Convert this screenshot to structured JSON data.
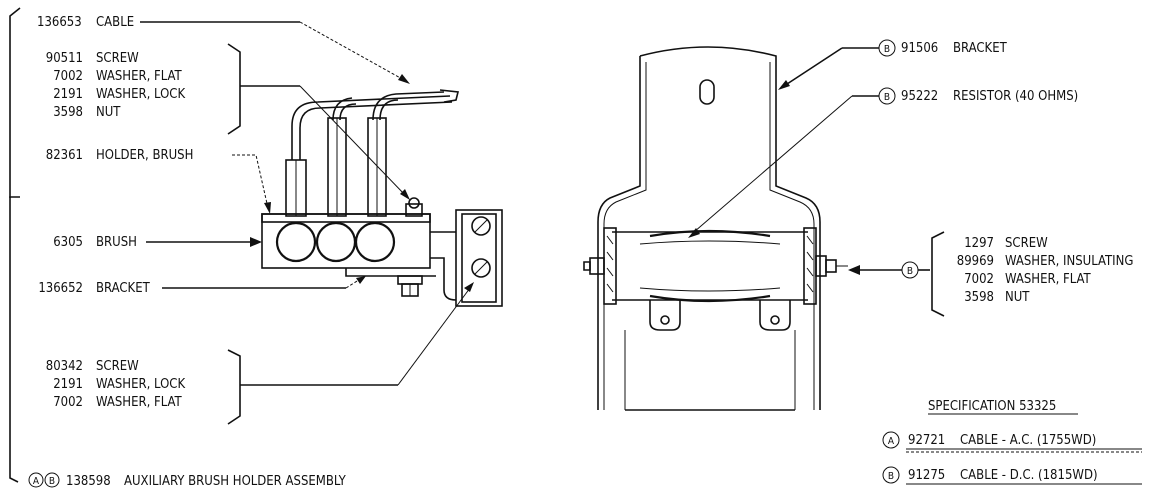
{
  "left_parts": {
    "cable": {
      "num": "136653",
      "name": "CABLE"
    },
    "group_top": [
      {
        "num": "90511",
        "name": "SCREW"
      },
      {
        "num": "7002",
        "name": "WASHER, FLAT"
      },
      {
        "num": "2191",
        "name": "WASHER, LOCK"
      },
      {
        "num": "3598",
        "name": "NUT"
      }
    ],
    "holder": {
      "num": "82361",
      "name": "HOLDER, BRUSH"
    },
    "brush": {
      "num": "6305",
      "name": "BRUSH"
    },
    "bracket": {
      "num": "136652",
      "name": "BRACKET"
    },
    "group_bottom": [
      {
        "num": "80342",
        "name": "SCREW"
      },
      {
        "num": "2191",
        "name": "WASHER, LOCK"
      },
      {
        "num": "7002",
        "name": "WASHER, FLAT"
      }
    ],
    "assembly": {
      "markers": [
        "A",
        "B"
      ],
      "num": "138598",
      "name": "AUXILIARY BRUSH HOLDER ASSEMBLY"
    }
  },
  "right_parts": {
    "bracket": {
      "marker": "B",
      "num": "91506",
      "name": "BRACKET"
    },
    "resistor": {
      "marker": "B",
      "num": "95222",
      "name": "RESISTOR (40 OHMS)"
    },
    "group_right": [
      {
        "num": "1297",
        "name": "SCREW"
      },
      {
        "num": "89969",
        "name": "WASHER, INSULATING"
      },
      {
        "num": "7002",
        "name": "WASHER, FLAT"
      },
      {
        "num": "3598",
        "name": "NUT"
      }
    ],
    "group_marker": "B"
  },
  "specification": {
    "title": "SPECIFICATION 53325",
    "items": [
      {
        "marker": "A",
        "num": "92721",
        "name": "CABLE - A.C. (1755WD)"
      },
      {
        "marker": "B",
        "num": "91275",
        "name": "CABLE - D.C. (1815WD)"
      }
    ]
  }
}
